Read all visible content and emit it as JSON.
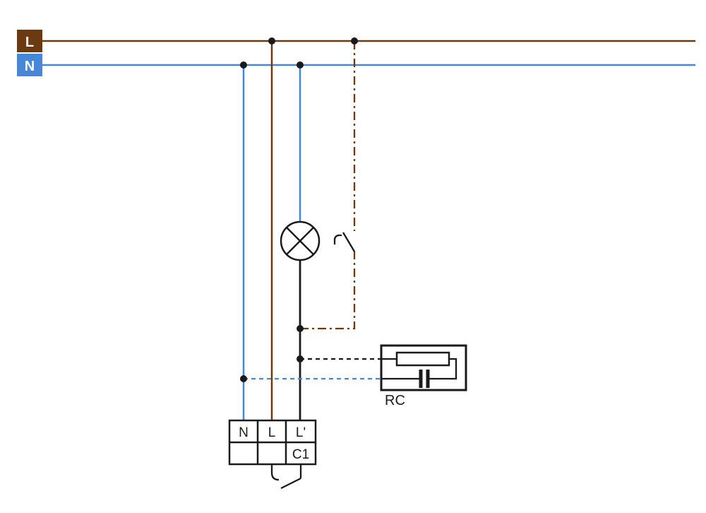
{
  "colors": {
    "live_brown": "#6b3a10",
    "neutral_blue": "#4a86d8",
    "line_black": "#1a1a1a",
    "background": "#ffffff"
  },
  "bus": {
    "live_label": "L",
    "neutral_label": "N"
  },
  "rc_module": {
    "label": "RC"
  },
  "terminal_block": {
    "labels": [
      "N",
      "L",
      "L'"
    ],
    "aux_label": "C1"
  },
  "icons": {
    "lamp": "circle-with-cross",
    "switch": "normally-open-contact",
    "resistor": "rectangle",
    "capacitor": "parallel-plates"
  }
}
